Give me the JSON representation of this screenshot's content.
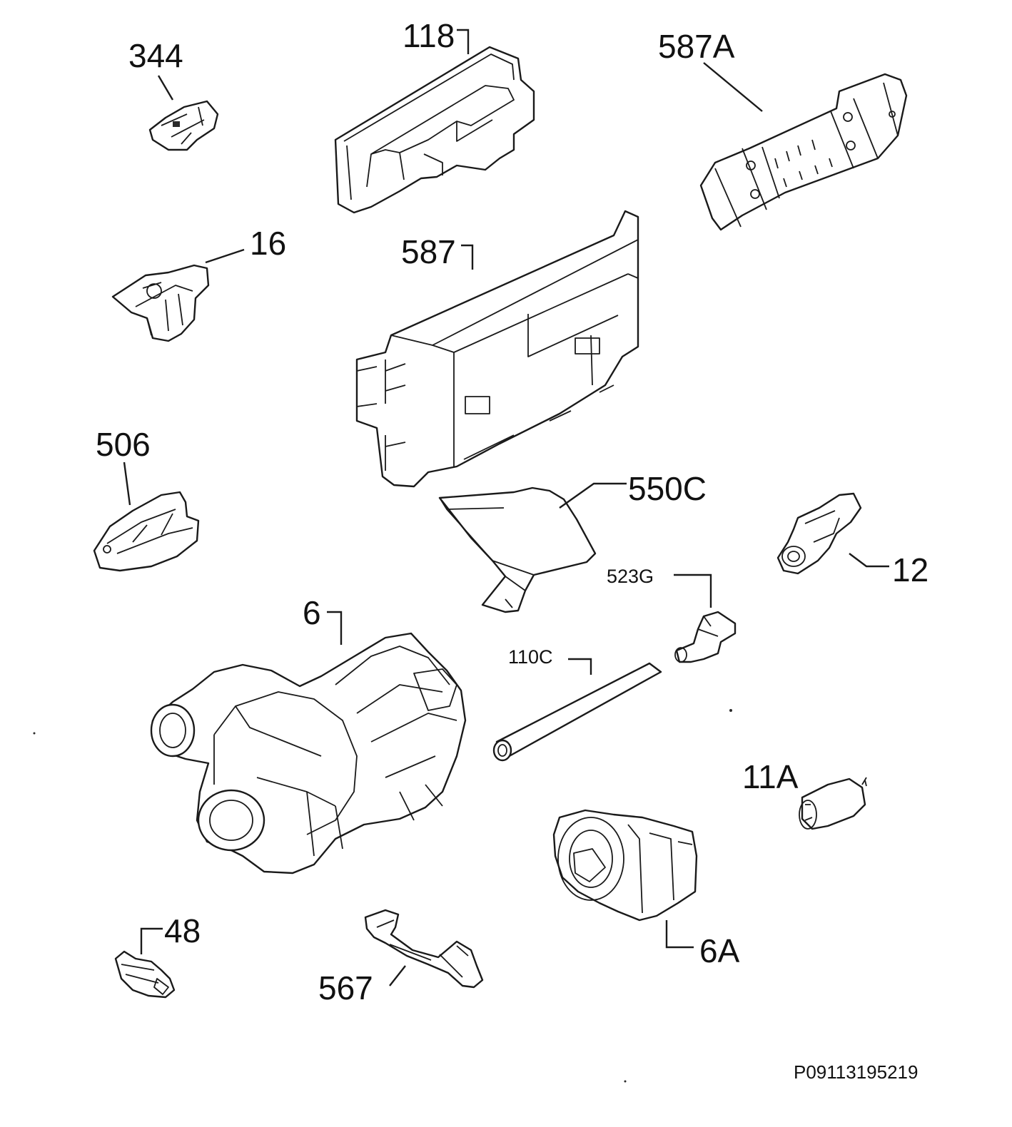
{
  "diagram": {
    "parts": [
      {
        "id": "344"
      },
      {
        "id": "118"
      },
      {
        "id": "587A"
      },
      {
        "id": "16"
      },
      {
        "id": "587"
      },
      {
        "id": "506"
      },
      {
        "id": "550C"
      },
      {
        "id": "12"
      },
      {
        "id": "523G"
      },
      {
        "id": "6"
      },
      {
        "id": "110C"
      },
      {
        "id": "11A"
      },
      {
        "id": "6A"
      },
      {
        "id": "48"
      },
      {
        "id": "567"
      }
    ],
    "reference_code": "P09113195219"
  }
}
